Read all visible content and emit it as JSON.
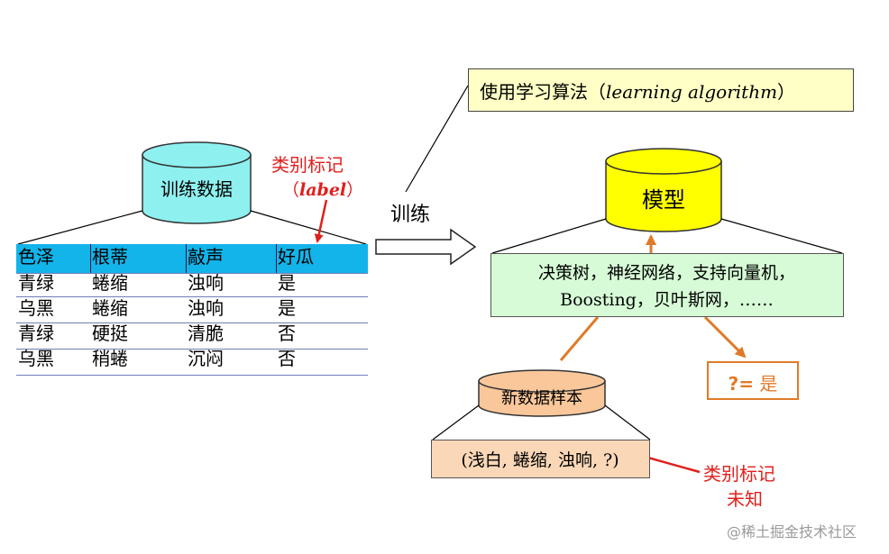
{
  "training_data": {
    "label": "训练数据",
    "table": {
      "headers": [
        "色泽",
        "根蒂",
        "敲声",
        "好瓜"
      ],
      "rows": [
        [
          "青绿",
          "蜷缩",
          "浊响",
          "是"
        ],
        [
          "乌黑",
          "蜷缩",
          "浊响",
          "是"
        ],
        [
          "青绿",
          "硬挺",
          "清脆",
          "否"
        ],
        [
          "乌黑",
          "稍蜷",
          "沉闷",
          "否"
        ]
      ]
    },
    "class_label_note_line1": "类别标记",
    "class_label_note_line2": "（label）",
    "class_label_note_open": "（",
    "class_label_note_word": "label",
    "class_label_note_close": "）"
  },
  "train_arrow_label": "训练",
  "algorithm_box": {
    "text_cn": "使用学习算法（",
    "text_en": "learning algorithm",
    "text_close": "）",
    "full": "使用学习算法（learning algorithm）"
  },
  "model": {
    "label": "模型",
    "examples_line1": "决策树，神经网络，支持向量机，",
    "examples_line2": "Boosting，贝叶斯网，……"
  },
  "new_sample": {
    "label": "新数据样本",
    "value": "(浅白, 蜷缩, 浊响, ?)",
    "unknown_note_line1": "类别标记",
    "unknown_note_line2": "未知"
  },
  "prediction": {
    "q": "?=",
    "answer": "是"
  },
  "watermark": "@稀土掘金技术社区",
  "colors": {
    "cylinder_training": "#8ff0f0",
    "cylinder_model": "#ffff00",
    "cylinder_sample": "#f9c79a",
    "table_header": "#12b4ea",
    "red_note": "#e0201c",
    "orange_arrow": "#e07a28",
    "algo_box": "#ffffc6",
    "models_box": "#d6fbd6"
  }
}
